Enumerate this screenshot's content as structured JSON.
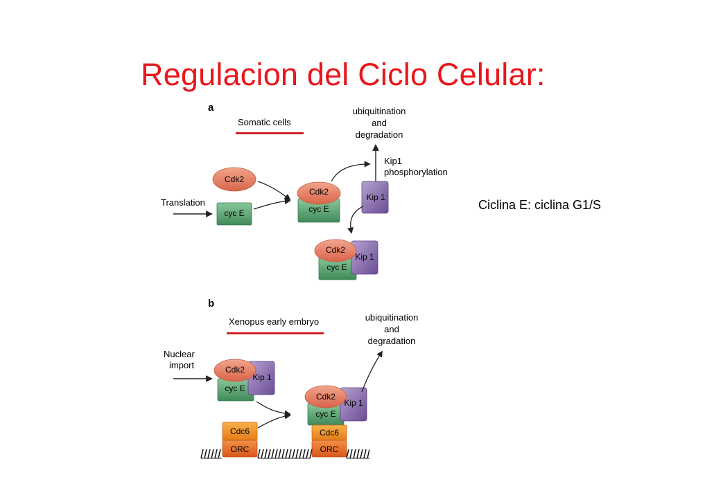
{
  "slide": {
    "title": "Regulacion del Ciclo Celular:",
    "note": "Ciclina E: ciclina G1/S"
  },
  "panel_a": {
    "letter": "a",
    "heading": "Somatic cells",
    "input_label": "Translation",
    "degradation_line1": "ubiquitination",
    "degradation_line2": "and",
    "degradation_line3": "degradation",
    "phospho_line1": "Kip1",
    "phospho_line2": "phosphorylation"
  },
  "panel_b": {
    "letter": "b",
    "heading": "Xenopus early embryo",
    "input_line1": "Nuclear",
    "input_line2": "import",
    "degradation_line1": "ubiquitination",
    "degradation_line2": "and",
    "degradation_line3": "degradation"
  },
  "proteins": {
    "cdk2": "Cdk2",
    "cyce": "cyc E",
    "kip1": "Kip 1",
    "cdc6": "Cdc6",
    "orc": "ORC"
  },
  "colors": {
    "title": "#e8161b",
    "accent_rule": "#d42027",
    "cdk2": "#e07a60",
    "cyce": "#5aa171",
    "kip1": "#8b6fb0",
    "cdc6": "#ef8b22",
    "orc": "#e96a1e"
  }
}
